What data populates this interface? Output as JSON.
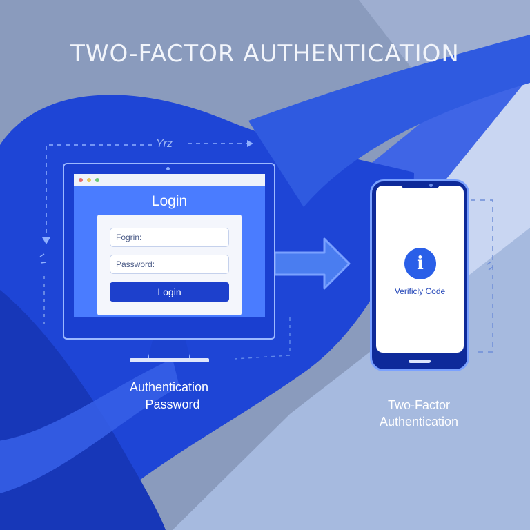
{
  "title": "TWO-FACTOR AUTHENTICATION",
  "decor_glyph": "Yrz",
  "monitor": {
    "screen_title": "Login",
    "username_placeholder": "Fogrin:",
    "password_placeholder": "Password:",
    "login_button": "Login",
    "caption_line1": "Authentication",
    "caption_line2": "Password"
  },
  "phone": {
    "label": "Verificly Code",
    "caption_line1": "Two-Factor",
    "caption_line2": "Authentication"
  },
  "colors": {
    "primary_blue": "#1a3fd0",
    "screen_blue": "#4a7cff",
    "accent_light": "#9cb8ff",
    "background_gray": "#8a9bbd"
  }
}
